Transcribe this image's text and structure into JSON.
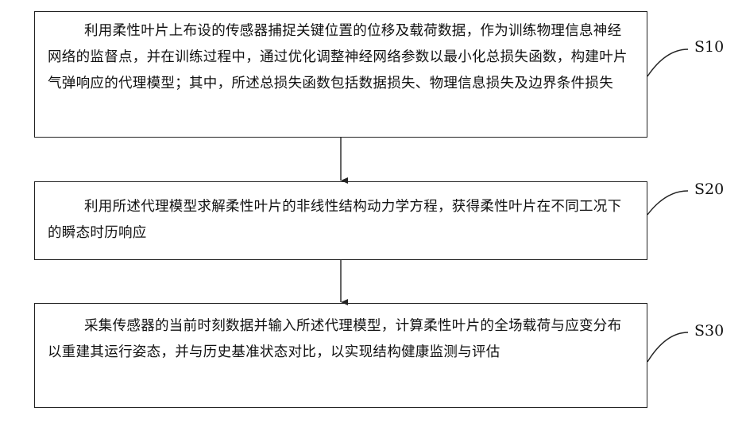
{
  "steps": [
    {
      "label": "S10",
      "text": "利用柔性叶片上布设的传感器捕捉关键位置的位移及载荷数据，作为训练物理信息神经网络的监督点，并在训练过程中，通过优化调整神经网络参数以最小化总损失函数，构建叶片气弹响应的代理模型；其中，所述总损失函数包括数据损失、物理信息损失及边界条件损失"
    },
    {
      "label": "S20",
      "text": "利用所述代理模型求解柔性叶片的非线性结构动力学方程，获得柔性叶片在不同工况下的瞬态时历响应"
    },
    {
      "label": "S30",
      "text": "采集传感器的当前时刻数据并输入所述代理模型，计算柔性叶片的全场载荷与应变分布以重建其运行姿态，并与历史基准状态对比，以实现结构健康监测与评估"
    }
  ]
}
